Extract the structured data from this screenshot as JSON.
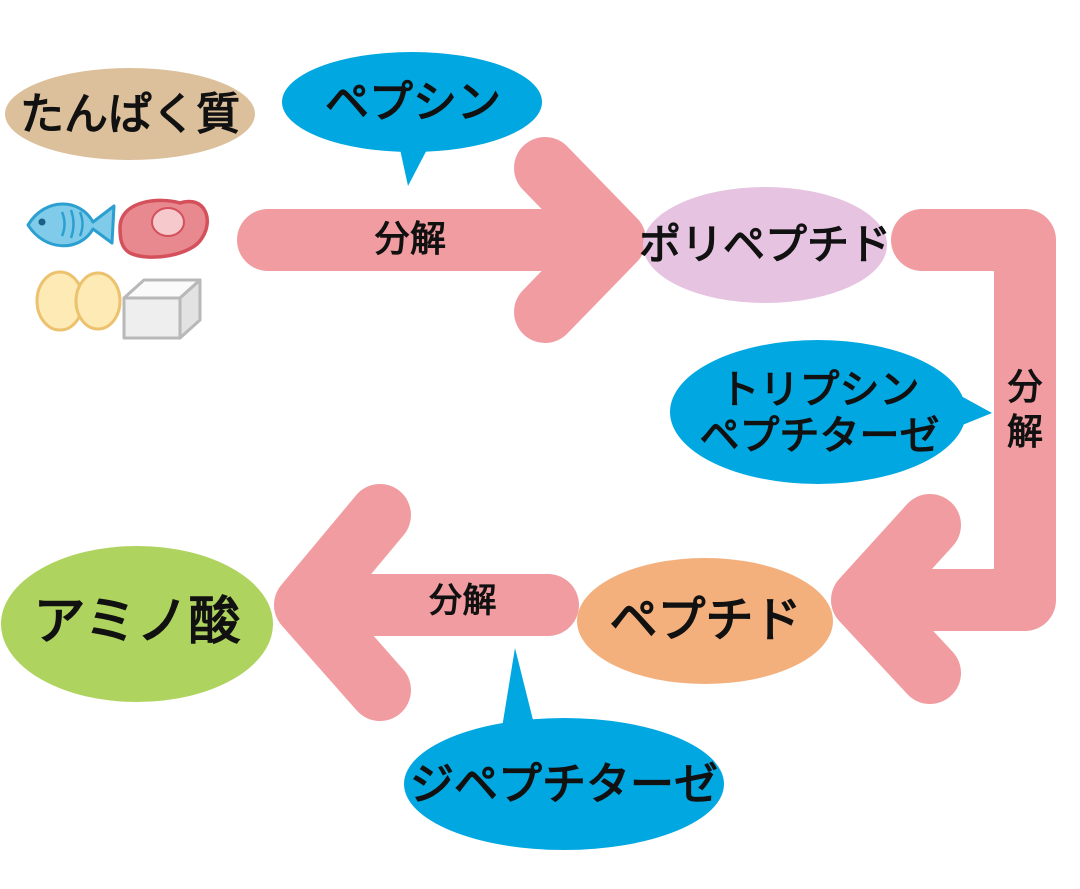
{
  "nodes": {
    "protein": {
      "label": "たんぱく質",
      "color": "#dcc09b"
    },
    "polypeptide": {
      "label": "ポリペプチド",
      "color": "#e5c3e1"
    },
    "peptide": {
      "label": "ペプチド",
      "color": "#f3b07d"
    },
    "amino_acid": {
      "label": "アミノ酸",
      "color": "#aed35f"
    }
  },
  "enzymes": {
    "pepsin": {
      "label": "ペプシン"
    },
    "trypsin": {
      "line1": "トリプシン",
      "line2": "ペプチターゼ"
    },
    "dipeptidase": {
      "label": "ジペプチターゼ"
    },
    "color": "#00a7e1"
  },
  "arrows": {
    "step1_label": "分解",
    "step2_line1": "分",
    "step2_line2": "解",
    "step3_label": "分解",
    "color": "#f19ca1"
  },
  "food_icons": [
    "fish-icon",
    "meat-icon",
    "egg-icon",
    "tofu-icon"
  ]
}
